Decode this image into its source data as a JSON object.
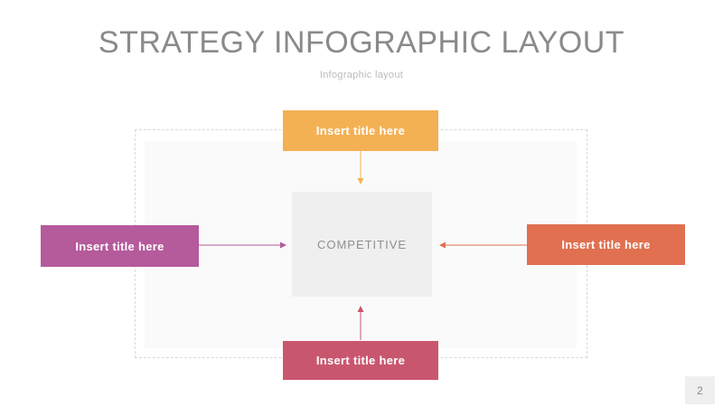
{
  "header": {
    "title": "STRATEGY INFOGRAPHIC LAYOUT",
    "subtitle": "Infographic layout"
  },
  "diagram": {
    "center": {
      "label": "COMPETITIVE",
      "bg_color": "#efefef",
      "text_color": "#8f8f8f"
    },
    "nodes": {
      "top": {
        "label": "Insert title here",
        "color": "#f4b154"
      },
      "left": {
        "label": "Insert title here",
        "color": "#b55a9b"
      },
      "right": {
        "label": "Insert title here",
        "color": "#e07050"
      },
      "bottom": {
        "label": "Insert title here",
        "color": "#c9566f"
      }
    }
  },
  "footer": {
    "page_number": "2"
  }
}
